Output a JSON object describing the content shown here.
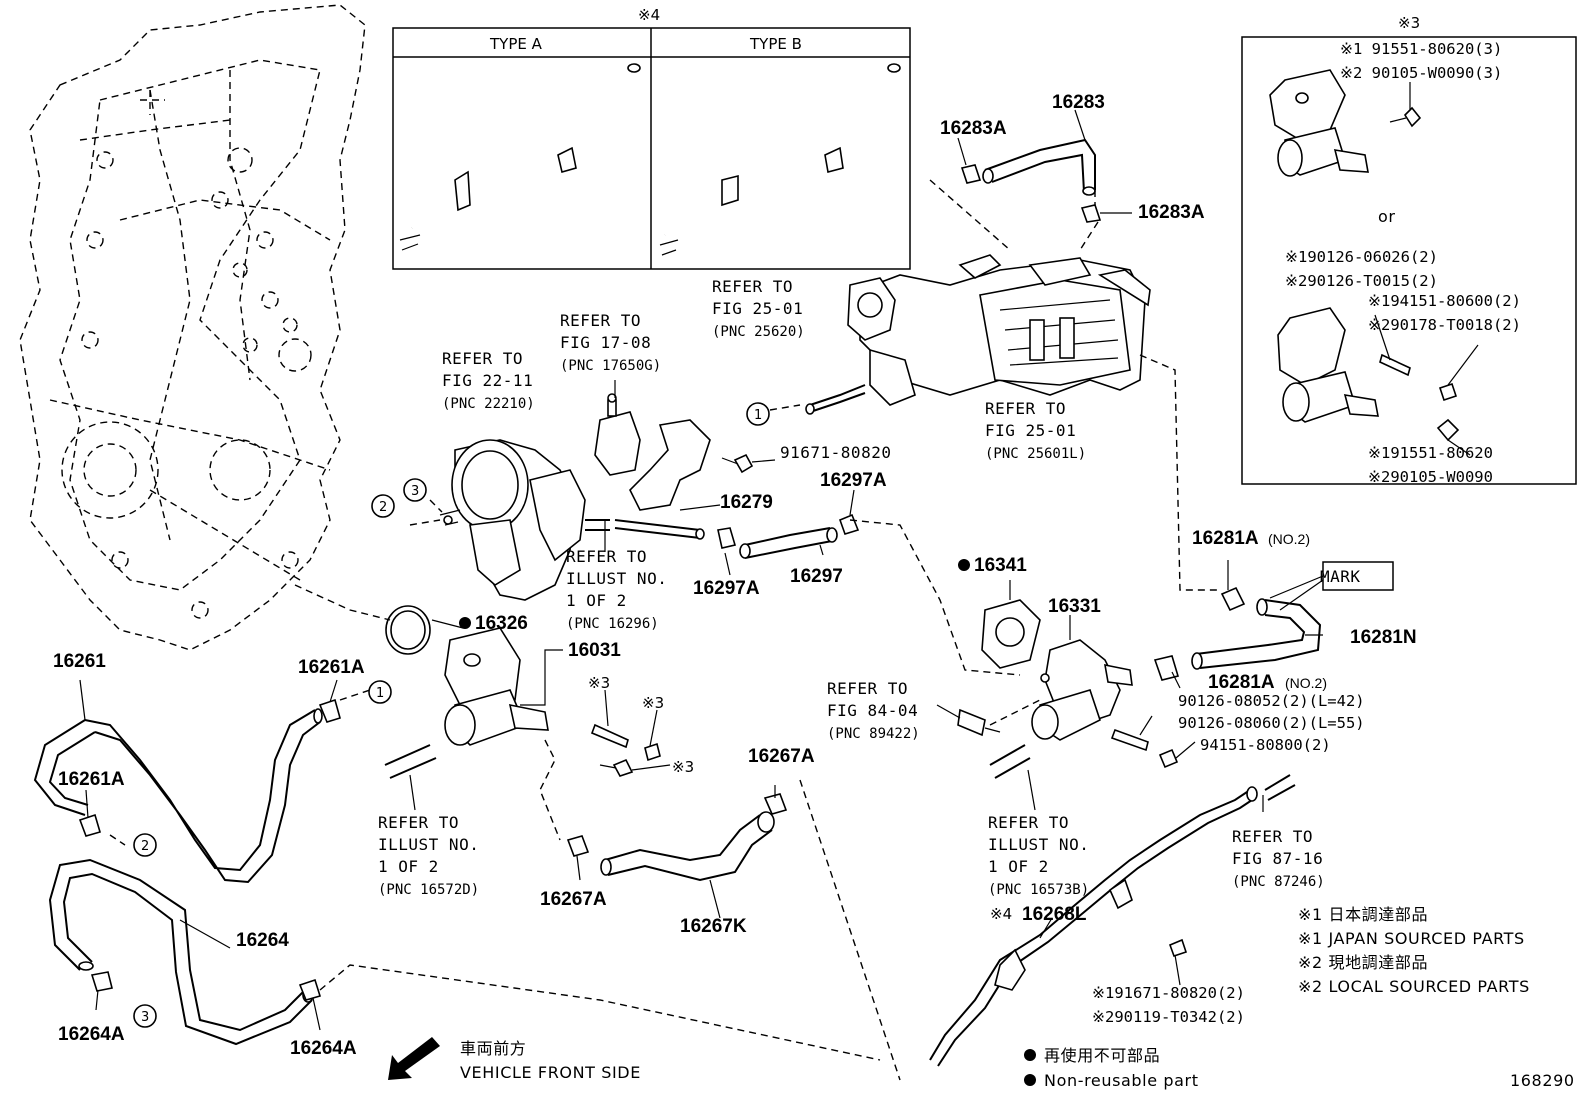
{
  "diagram_number": "168290",
  "part_labels": {
    "p16283": "16283",
    "p16283A_top": "16283A",
    "p16283A_right": "16283A",
    "p16279": "16279",
    "p16297A_top": "16297A",
    "p16297A_bottom": "16297A",
    "p16297": "16297",
    "p91671": "91671-80820",
    "p16341": "16341",
    "p16331": "16331",
    "p16326": "16326",
    "p16031": "16031",
    "p16261": "16261",
    "p16261A_top": "16261A",
    "p16261A_bottom": "16261A",
    "p16264": "16264",
    "p16264A_left": "16264A",
    "p16264A_right": "16264A",
    "p16267A_top": "16267A",
    "p16267A_bottom": "16267A",
    "p16267K": "16267K",
    "p16281A_top": "16281A",
    "p16281A_top_note": "(NO.2)",
    "p16281A_mid": "16281A",
    "p16281A_mid_note": "(NO.2)",
    "p16281N": "16281N",
    "p16268L": "16268L",
    "p16268L_mark": "※4",
    "mark_box": "MARK",
    "bolt_a1": "90126-08052(2)(L=42)",
    "bolt_a2": "90126-08060(2)(L=55)",
    "bolt_a3": "94151-80800(2)",
    "bolt_b1": "※191671-80820(2)",
    "bolt_b2": "※290119-T0342(2)",
    "mark3_a": "※3",
    "mark3_b": "※3",
    "mark3_c": "※3"
  },
  "references": {
    "r22_11": [
      "REFER TO",
      "FIG 22-11",
      "(PNC 22210)"
    ],
    "r17_08": [
      "REFER TO",
      "FIG 17-08",
      "(PNC 17650G)"
    ],
    "r25_01a": [
      "REFER TO",
      "FIG 25-01",
      "(PNC 25620)"
    ],
    "r25_01b": [
      "REFER TO",
      "FIG 25-01",
      "(PNC 25601L)"
    ],
    "r16296": [
      "REFER TO",
      "ILLUST NO.",
      "1 OF 2",
      "(PNC 16296)"
    ],
    "r84_04": [
      "REFER TO",
      "FIG 84-04",
      "(PNC 89422)"
    ],
    "r16572D": [
      "REFER TO",
      "ILLUST NO.",
      "1 OF 2",
      "(PNC 16572D)"
    ],
    "r16573B": [
      "REFER TO",
      "ILLUST NO.",
      "1 OF 2",
      "(PNC 16573B)"
    ],
    "r87_16": [
      "REFER TO",
      "FIG 87-16",
      "(PNC 87246)"
    ]
  },
  "type_box": {
    "mark": "※4",
    "type_a": "TYPE A",
    "type_b": "TYPE B"
  },
  "variant_box": {
    "mark": "※3",
    "top_codes": [
      "※1 91551-80620(3)",
      "※2 90105-W0090(3)"
    ],
    "or_text": "or",
    "mid_codes": [
      "※190126-06026(2)",
      "※290126-T0015(2)"
    ],
    "right_codes": [
      "※194151-80600(2)",
      "※290178-T0018(2)"
    ],
    "bottom_codes": [
      "※191551-80620",
      "※290105-W0090"
    ]
  },
  "circled_refs": [
    "1",
    "2",
    "3"
  ],
  "legend": {
    "japan_jp": "※1 日本調達部品",
    "japan_en": "※1 JAPAN SOURCED PARTS",
    "local_jp": "※2 現地調達部品",
    "local_en": "※2 LOCAL SOURCED PARTS",
    "nonreuse_jp": "再使用不可部品",
    "nonreuse_en": "Non-reusable part"
  },
  "direction": {
    "jp": "車両前方",
    "en": "VEHICLE FRONT SIDE"
  }
}
